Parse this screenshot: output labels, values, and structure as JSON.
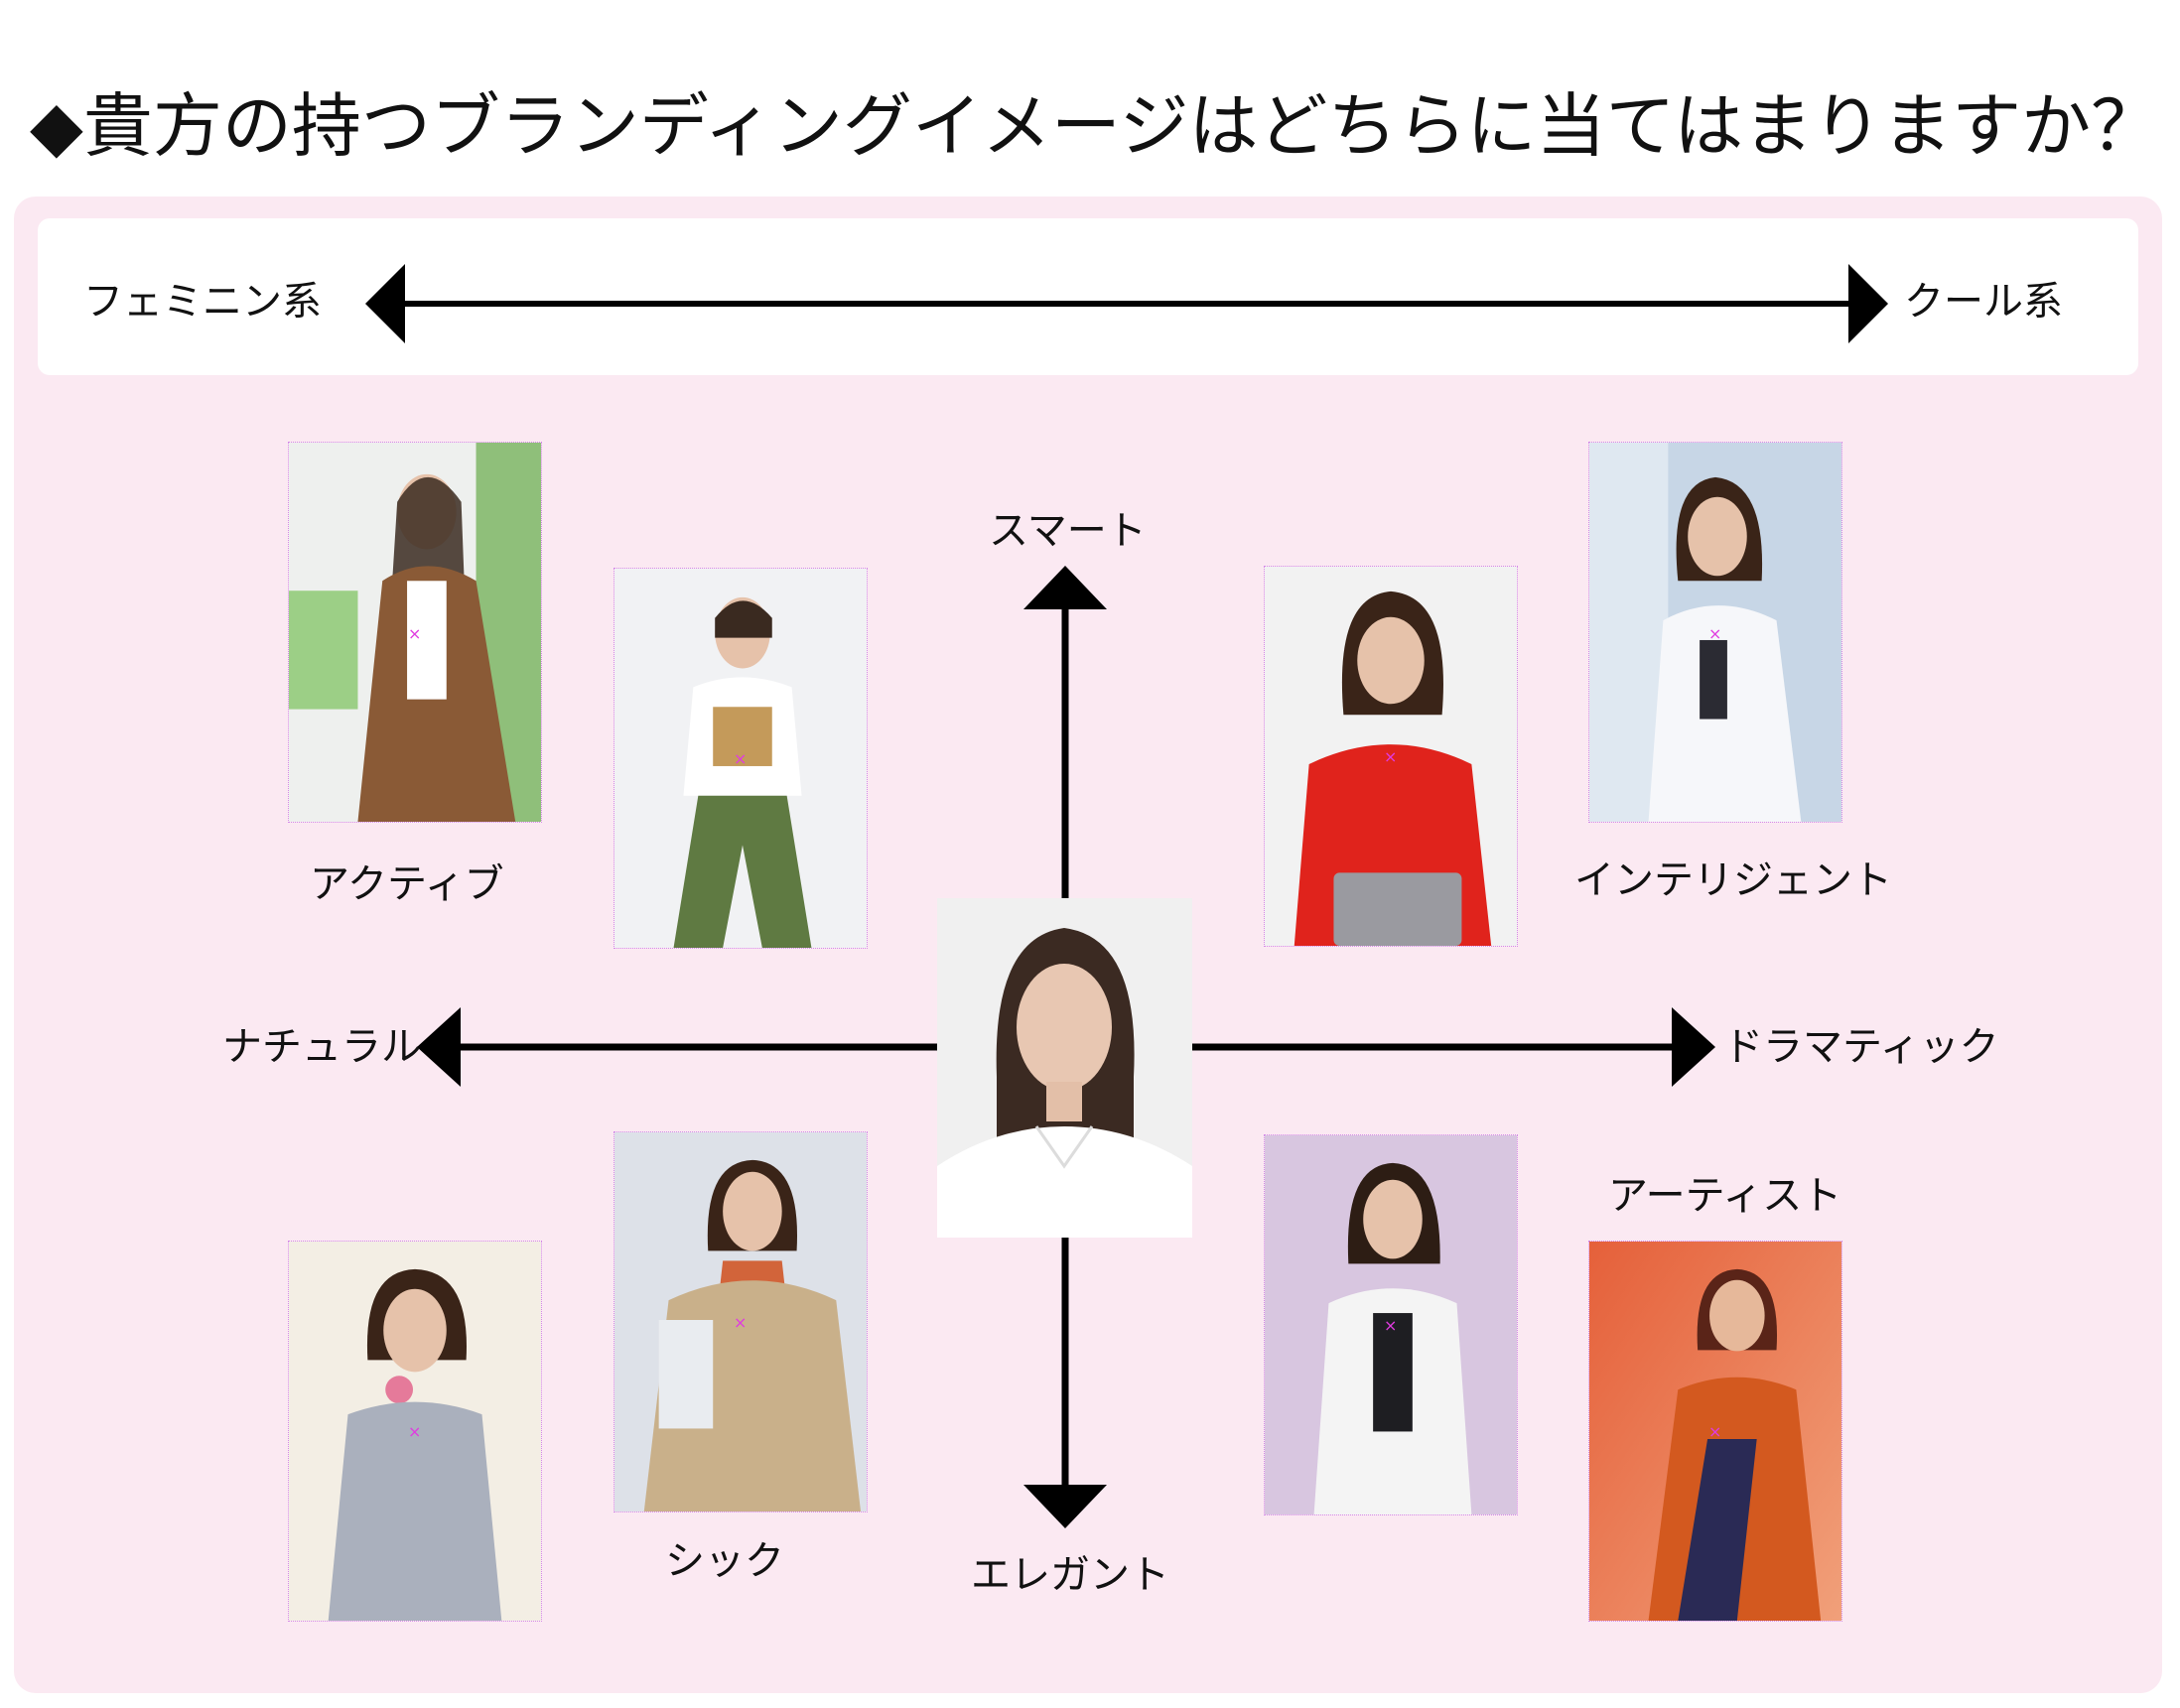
{
  "title": "◆貴方の持つブランディングイメージはどちらに当てはまりますか？",
  "horizontal_scale": {
    "left": "フェミニン系",
    "right": "クール系"
  },
  "axes": {
    "top": "スマート",
    "bottom": "エレガント",
    "left": "ナチュラル",
    "right": "ドラマティック"
  },
  "quadrant_labels": {
    "top_left": "アクティブ",
    "top_right": "インテリジェント",
    "bottom_left": "シック",
    "bottom_right": "アーティスト"
  },
  "marker_symbol": "×",
  "colors": {
    "panel_bg": "#fbe9f2",
    "marker": "#e03be0",
    "arrow": "#000000"
  }
}
